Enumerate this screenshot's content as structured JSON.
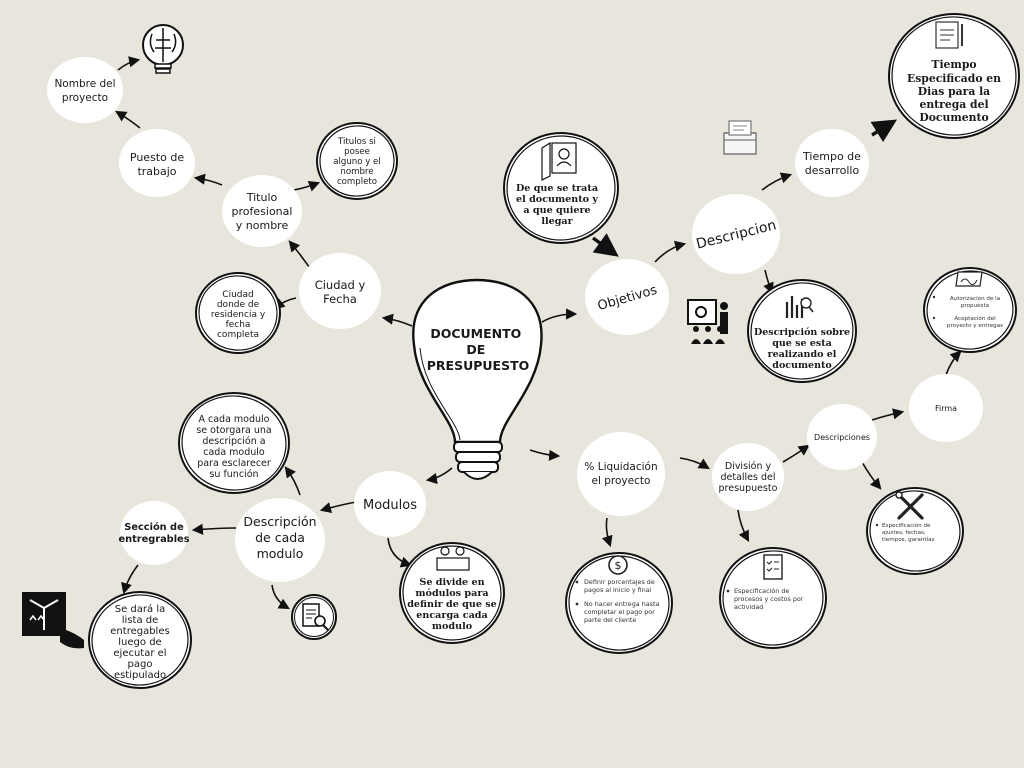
{
  "center": {
    "lines": [
      "DOCUMENTO",
      "DE",
      "PRESUPUESTO"
    ]
  },
  "left_branch": {
    "ciudad_fecha": [
      "Ciudad y",
      "Fecha"
    ],
    "ciudad_desc": [
      "Ciudad",
      "donde de",
      "residencia  y",
      "fecha",
      "completa"
    ],
    "titulo_nombre": [
      "Titulo",
      "profesional",
      "y nombre"
    ],
    "titulos_desc": [
      "Titulos si",
      "posee",
      "alguno y el",
      "nombre",
      "completo"
    ],
    "puesto": [
      "Puesto de",
      "trabajo"
    ],
    "nombre_proyecto": [
      "Nombre del",
      "proyecto"
    ]
  },
  "modulos_branch": {
    "modulos": "Modulos",
    "descripcion_modulo": [
      "Descripción",
      "de cada",
      "modulo"
    ],
    "modulo_note": [
      "A cada modulo",
      "se otorgara una",
      "descripción a",
      "cada modulo",
      "para esclarecer",
      "su función"
    ],
    "seccion": [
      "Sección de",
      "entregrables"
    ],
    "seccion_desc": [
      "Se dará la",
      "lista de",
      "entregables",
      "luego de",
      "ejecutar el",
      "pago",
      "estipulado"
    ],
    "divide": [
      "Se divide en",
      "módulos para",
      "definir de que se",
      "encarga cada",
      "modulo"
    ]
  },
  "objetivos_branch": {
    "objetivos": "Objetivos",
    "de_que_trata": [
      "De que se trata",
      "el documento y",
      "a que quiere",
      "llegar"
    ],
    "descripcion": "Descripcion",
    "descripcion_sobre": [
      "Descripción sobre",
      "que se esta",
      "realizando el",
      "documento"
    ],
    "tiempo": [
      "Tiempo de",
      "desarrollo"
    ],
    "tiempo_desc": [
      "Tiempo",
      "Especificado en",
      "Dias para la",
      "entrega del",
      "Documento"
    ]
  },
  "liquidacion_branch": {
    "liquidacion": [
      "% Liquidación",
      "el proyecto"
    ],
    "liquidacion_bullets": [
      [
        "Definir porcentajes de",
        "pagos al inicio y final"
      ],
      [
        "No hacer entrega hasta",
        "completar el pago por",
        "parte del cliente"
      ]
    ],
    "division": [
      "División y",
      "detalles del",
      "presupuesto"
    ],
    "division_bullets": [
      [
        "Especificación de",
        "procesos y costos por",
        "actividad"
      ]
    ],
    "descripciones": "Descripciones",
    "desc_bullets": [
      [
        "Especificación de",
        "ajustes, fechas,",
        "tiempos, garantías"
      ]
    ],
    "firma": "Firma",
    "firma_bullets": [
      [
        "Autorización de la",
        "propuesta"
      ],
      [
        "Aceptación del",
        "proyecto y entregas"
      ]
    ]
  }
}
